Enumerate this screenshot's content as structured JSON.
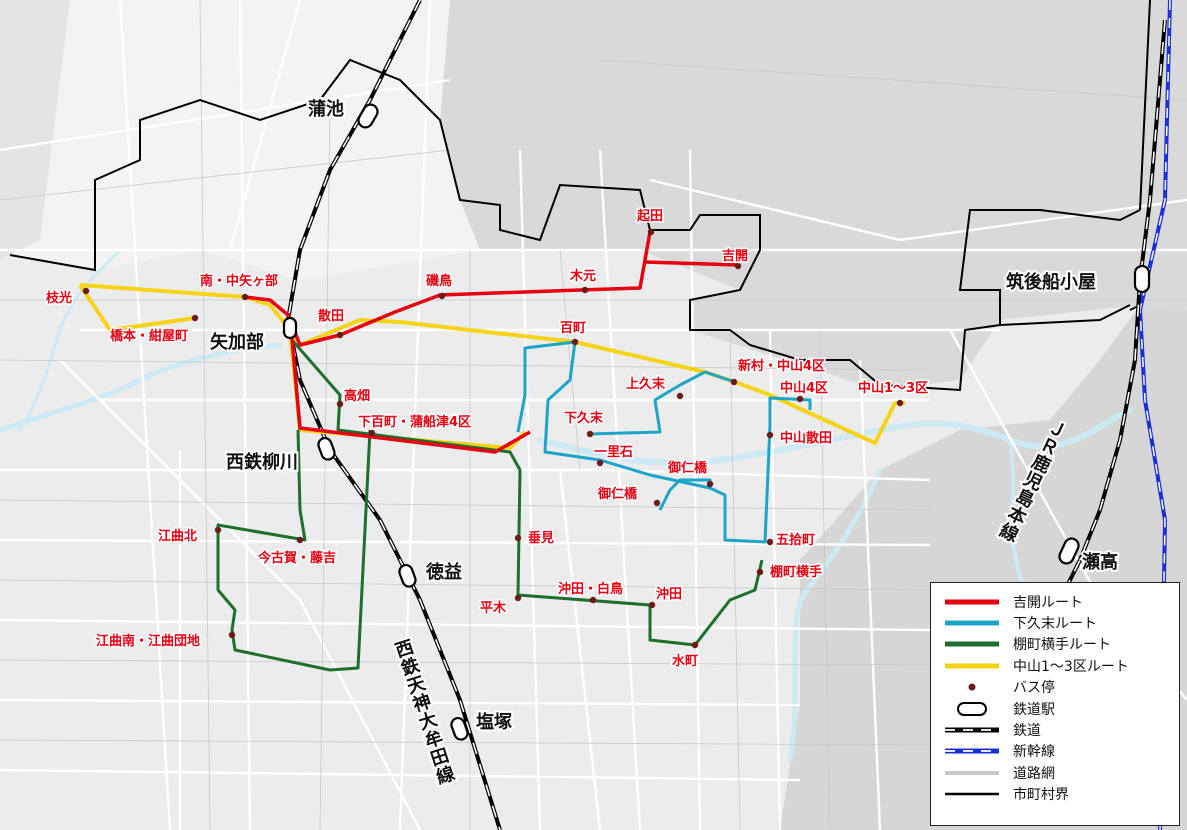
{
  "routes": [
    {
      "name": "吉開ルート",
      "color": "#e60012"
    },
    {
      "name": "下久末ルート",
      "color": "#1ca5c8"
    },
    {
      "name": "棚町横手ルート",
      "color": "#1e6e2e"
    },
    {
      "name": "中山1～3区ルート",
      "color": "#f5d316"
    }
  ],
  "stations": [
    "蒲池",
    "矢加部",
    "西鉄柳川",
    "徳益",
    "塩塚",
    "筑後船小屋",
    "瀬高"
  ],
  "railway_lines": [
    "西鉄天神大牟田線",
    "ＪＲ鹿児島本線"
  ],
  "bus_stops": [
    "起田",
    "吉開",
    "木元",
    "磯鳥",
    "散田",
    "南・中矢ヶ部",
    "枝光",
    "橋本・紺屋町",
    "百町",
    "新村・中山4区",
    "中山4区",
    "中山1～3区",
    "中山散田",
    "上久末",
    "下久末",
    "一里石",
    "御仁橋",
    "御仁橋",
    "五拾町",
    "高畑",
    "下百町・蒲船津4区",
    "垂見",
    "江曲北",
    "今古賀・藤吉",
    "沖田・白鳥",
    "沖田",
    "平木",
    "棚町横手",
    "水町",
    "江曲南・江曲団地"
  ],
  "legend": {
    "items": [
      {
        "label": "吉開ルート",
        "symbol": "line",
        "color": "#e60012"
      },
      {
        "label": "下久末ルート",
        "symbol": "line",
        "color": "#1ca5c8"
      },
      {
        "label": "棚町横手ルート",
        "symbol": "line",
        "color": "#1e6e2e"
      },
      {
        "label": "中山1～3区ルート",
        "symbol": "line",
        "color": "#f5d316"
      },
      {
        "label": "バス停",
        "symbol": "dot",
        "color": "#6b1a1a"
      },
      {
        "label": "鉄道駅",
        "symbol": "station",
        "color": "#000000"
      },
      {
        "label": "鉄道",
        "symbol": "rail",
        "color": "#000000"
      },
      {
        "label": "新幹線",
        "symbol": "shinkansen",
        "color": "#1a2fd6"
      },
      {
        "label": "道路網",
        "symbol": "road",
        "color": "#c8c8c8"
      },
      {
        "label": "市町村界",
        "symbol": "boundary",
        "color": "#000000"
      }
    ]
  },
  "colors": {
    "land": "#ededed",
    "dark_land": "#d6d6d6",
    "road": "#ffffff",
    "river": "#cdeaf4",
    "bus_stop": "#6b1a1a"
  }
}
